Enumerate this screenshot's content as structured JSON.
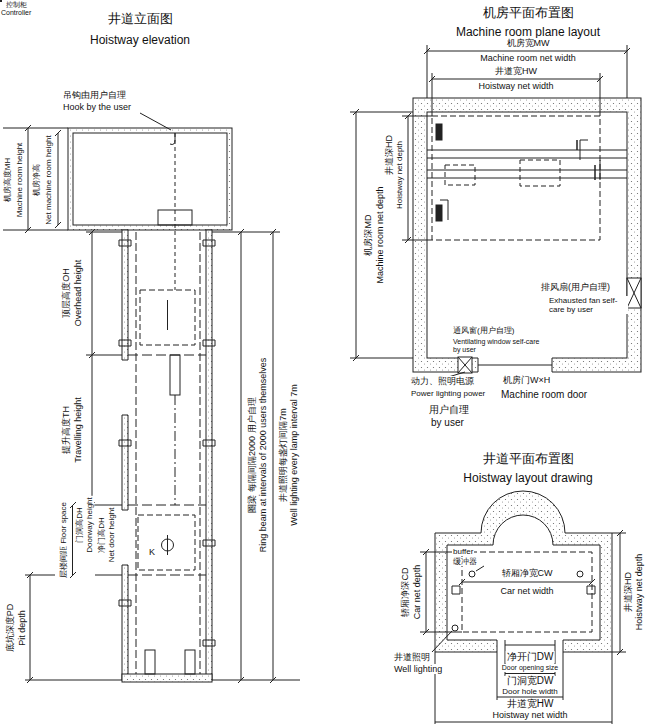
{
  "diagram": {
    "nodes": [
      {
        "text": [
          "控制柜",
          "Controller"
        ]
      },
      {
        "text": [
          "控制柜",
          "Controller"
        ]
      }
    ],
    "labels": [
      "井道立面图",
      "Hoistway elevation",
      "吊钩由用户自理",
      "Hook by the user",
      "机房高度MH",
      "Machine room height",
      "机房净高",
      "Net machine room height",
      "顶层高度OH",
      "Overhead height",
      "提升高度TH",
      "Travelling height",
      "层楼间距 Floor space",
      "门洞高DH",
      "Doorway height",
      "净门高DH",
      "Net door height",
      "底坑深度PD",
      "Pit depth",
      "K",
      "圈梁 每隔间隔2000 用户自理",
      "Ring beam at intervals of 2000 users themselves",
      "井道照明每盏灯间隔7m",
      "Well lighting every lamp interval 7m",
      "机房平面布置图",
      "Machine room plane layout",
      "机房宽MW",
      "Machine room net width",
      "井道宽HW",
      "Hoistway net width",
      "机房深MD",
      "Machine room net depth",
      "井道深HD",
      "Hoistway net depth",
      "排风扇(用户自理)",
      "Exhausted fan self-care by user",
      "通风窗(用户自理)",
      "Ventilating window self-care by user",
      "动力、照明电源",
      "Power lighting power",
      "用户自理",
      "by user",
      "机房门W×H",
      "Machine room door",
      "井道平面布置图",
      "Hoistway layout drawing",
      "轿厢净深CD",
      "Car net depth",
      "buffer",
      "缓冲器",
      "轿厢净宽CW",
      "Car net width",
      "井道深HD",
      "Hoistway net depth",
      "井道照明",
      "Well lighting",
      "净开门DW",
      "Door opening size",
      "门洞宽DW",
      "Door hole width",
      "井道宽HW",
      "Hoistway net width"
    ]
  }
}
